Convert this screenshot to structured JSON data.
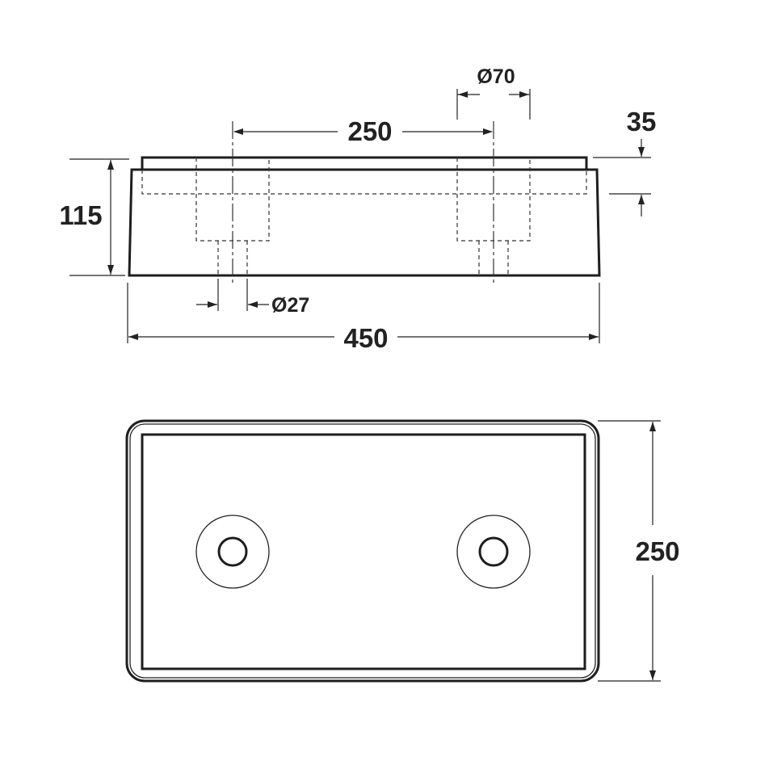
{
  "front_view": {
    "dimensions": {
      "height": "115",
      "length": "450",
      "hole_spacing": "250",
      "counterbore_diameter": "Ø70",
      "hole_diameter": "Ø27",
      "top_step": "35"
    }
  },
  "top_view": {
    "dimensions": {
      "width": "250"
    }
  }
}
